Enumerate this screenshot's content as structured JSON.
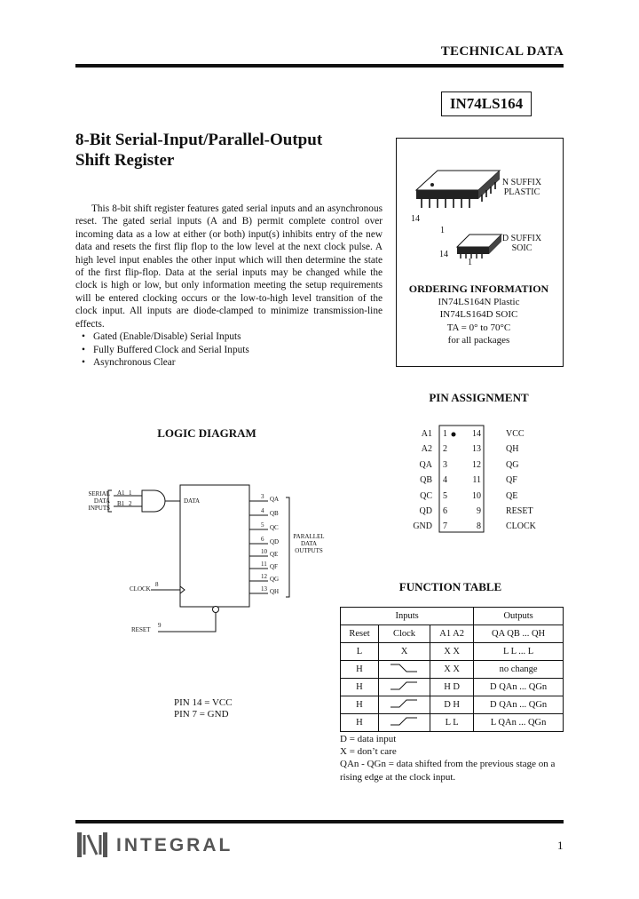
{
  "header": {
    "label": "TECHNICAL DATA",
    "part_number": "IN74LS164"
  },
  "title": {
    "line1": "8-Bit Serial-Input/Parallel-Output",
    "line2": "Shift Register"
  },
  "description": "This 8-bit shift register features gated serial inputs and an asynchronous reset. The gated serial inputs (A and B) permit complete control over incoming data as a low at either (or both) input(s) inhibits entry of the new data and resets the first flip flop to the low level at the next clock pulse. A high level input enables the other input which will then determine the state of the first flip-flop. Data at the serial inputs may be changed while the clock is high or low, but only information meeting the setup requirements will be entered clocking occurs or the low-to-high level transition of the clock input. All inputs are diode-clamped to minimize transmission-line effects.",
  "features": [
    "Gated (Enable/Disable) Serial Inputs",
    "Fully Buffered Clock and Serial Inputs",
    "Asynchronous Clear"
  ],
  "packages": {
    "n_suffix": "N SUFFIX",
    "n_type": "PLASTIC",
    "n_pin14": "14",
    "n_pin1": "1",
    "d_suffix": "D SUFFIX",
    "d_type": "SOIC",
    "d_pin14": "14",
    "d_pin1": "1"
  },
  "ordering": {
    "heading": "ORDERING INFORMATION",
    "line1": "IN74LS164N Plastic",
    "line2": "IN74LS164D SOIC",
    "temp": "TA = 0° to 70°C",
    "line4": "for all packages"
  },
  "pin_assignment": {
    "title": "PIN ASSIGNMENT",
    "left": [
      {
        "name": "A1",
        "num": "1"
      },
      {
        "name": "A2",
        "num": "2"
      },
      {
        "name": "QA",
        "num": "3"
      },
      {
        "name": "QB",
        "num": "4"
      },
      {
        "name": "QC",
        "num": "5"
      },
      {
        "name": "QD",
        "num": "6"
      },
      {
        "name": "GND",
        "num": "7"
      }
    ],
    "right": [
      {
        "num": "14",
        "name": "VCC"
      },
      {
        "num": "13",
        "name": "QH"
      },
      {
        "num": "12",
        "name": "QG"
      },
      {
        "num": "11",
        "name": "QF"
      },
      {
        "num": "10",
        "name": "QE"
      },
      {
        "num": "9",
        "name": "RESET"
      },
      {
        "num": "8",
        "name": "CLOCK"
      }
    ]
  },
  "logic_diagram": {
    "title": "LOGIC DIAGRAM",
    "serial_label1": "SERIAL",
    "serial_label2": "DATA",
    "serial_label3": "INPUTS",
    "a1": "A1",
    "b1": "B1",
    "a1_pin": "1",
    "b1_pin": "2",
    "data": "DATA",
    "clock": "CLOCK",
    "clock_pin": "8",
    "reset": "RESET",
    "reset_pin": "9",
    "outputs": [
      {
        "pin": "3",
        "name": "QA"
      },
      {
        "pin": "4",
        "name": "QB"
      },
      {
        "pin": "5",
        "name": "QC"
      },
      {
        "pin": "6",
        "name": "QD"
      },
      {
        "pin": "10",
        "name": "QE"
      },
      {
        "pin": "11",
        "name": "QF"
      },
      {
        "pin": "12",
        "name": "QG"
      },
      {
        "pin": "13",
        "name": "QH"
      }
    ],
    "par_label1": "PARALLEL",
    "par_label2": "DATA",
    "par_label3": "OUTPUTS",
    "pin14": "PIN 14 = VCC",
    "pin7": "PIN 7 = GND"
  },
  "function_table": {
    "title": "FUNCTION TABLE",
    "inputs_header": "Inputs",
    "outputs_header": "Outputs",
    "col_reset": "Reset",
    "col_clock": "Clock",
    "col_ab": "A1  A2",
    "col_q": "QA  QB  ...  QH",
    "rows": [
      {
        "reset": "L",
        "clock": "X",
        "ab": "X  X",
        "q": "L   L   ...   L"
      },
      {
        "reset": "H",
        "clock": "falling",
        "ab": "X  X",
        "q": "no change"
      },
      {
        "reset": "H",
        "clock": "rising",
        "ab": "H  D",
        "q": "D  QAn  ... QGn"
      },
      {
        "reset": "H",
        "clock": "rising",
        "ab": "D  H",
        "q": "D  QAn  ... QGn"
      },
      {
        "reset": "H",
        "clock": "rising",
        "ab": "L  L",
        "q": "L  QAn  ... QGn"
      }
    ],
    "note1": "D = data input",
    "note2": "X = don’t care",
    "note3": "QAn - QGn = data shifted from the previous stage on a rising edge at the clock input."
  },
  "footer": {
    "brand": "INTEGRAL",
    "page": "1"
  }
}
